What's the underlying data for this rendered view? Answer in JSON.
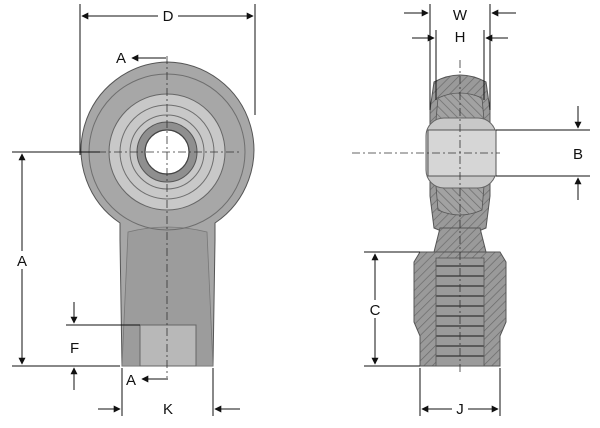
{
  "drawing": {
    "dimension_labels": {
      "d": "D",
      "a_section_top": "A",
      "a_section_bottom": "A",
      "a_height": "A",
      "f": "F",
      "k": "K",
      "w": "W",
      "h": "H",
      "b": "B",
      "c": "C",
      "j": "J"
    },
    "colors": {
      "body": "#a7a7a7",
      "line": "#111111"
    }
  }
}
